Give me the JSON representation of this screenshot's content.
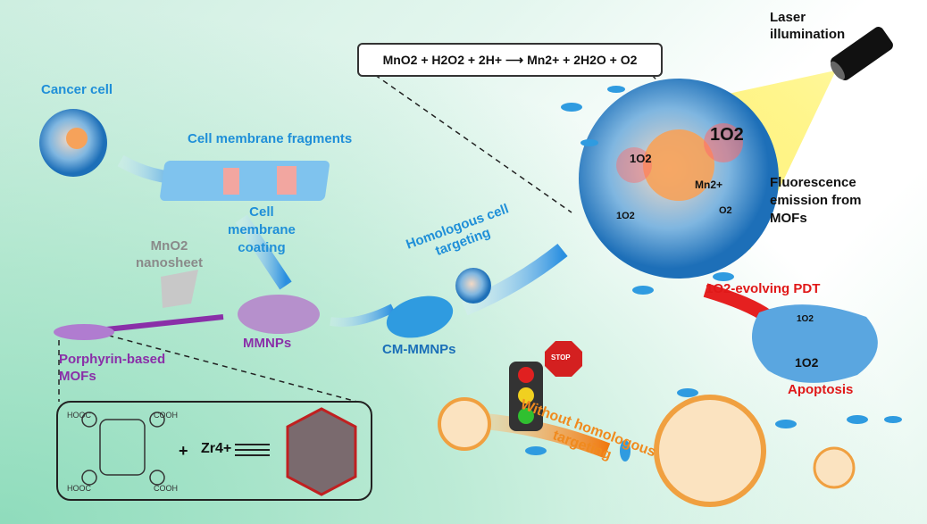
{
  "labels": {
    "cancer_cell": "Cancer cell",
    "membrane_fragments": "Cell membrane fragments",
    "membrane_coating": [
      "Cell",
      "membrane",
      "coating"
    ],
    "mno2_nanosheet": [
      "MnO2",
      "nanosheet"
    ],
    "mmnps": "MMNPs",
    "porphyrin_mofs": [
      "Porphyrin-based",
      "MOFs"
    ],
    "cm_mmnps": "CM-MMNPs",
    "homologous_targeting": [
      "Homologous cell",
      "targeting"
    ],
    "laser": [
      "Laser",
      "illumination"
    ],
    "fluorescence": [
      "Fluorescence",
      "emission from",
      "MOFs"
    ],
    "pdt": "1O2-evolving PDT",
    "apoptosis": "Apoptosis",
    "without_targeting": [
      "Without homologous",
      "targeting"
    ],
    "singlet_oxygen": "1O2",
    "mn2": "Mn2+",
    "o2": "O2",
    "stop": "STOP"
  },
  "equation": {
    "reactants": "MnO2 + H2O2 + 2H+",
    "products": "Mn2+ + 2H2O + O2"
  },
  "chemistry": {
    "hooc": "HOOC",
    "cooh": "COOH",
    "plus": "+",
    "zr": "Zr4+"
  },
  "colors": {
    "blue": "#1f8fd8",
    "purple": "#8a2fa8",
    "red": "#e01818",
    "orange": "#f08a1e"
  }
}
